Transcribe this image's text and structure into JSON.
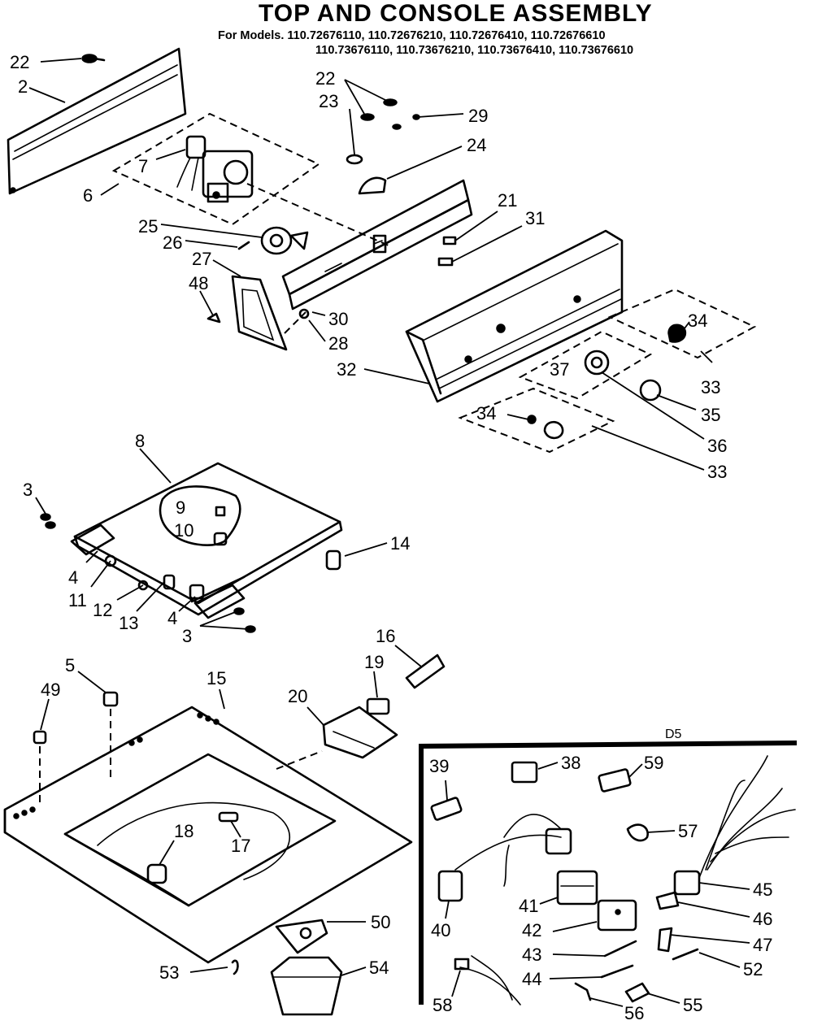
{
  "title": "TOP AND CONSOLE ASSEMBLY",
  "models_line_1": "For Models. 110.72676110, 110.72676210, 110.72676410, 110.72676610",
  "models_line_2": "110.73676110, 110.73676210, 110.73676410, 110.73676610",
  "kit_label": "D5",
  "callouts": [
    {
      "id": "c-22a",
      "text": "22"
    },
    {
      "id": "c-2",
      "text": "2"
    },
    {
      "id": "c-22b",
      "text": "22"
    },
    {
      "id": "c-23",
      "text": "23"
    },
    {
      "id": "c-29",
      "text": "29"
    },
    {
      "id": "c-24",
      "text": "24"
    },
    {
      "id": "c-7",
      "text": "7"
    },
    {
      "id": "c-6",
      "text": "6"
    },
    {
      "id": "c-21",
      "text": "21"
    },
    {
      "id": "c-31",
      "text": "31"
    },
    {
      "id": "c-25",
      "text": "25"
    },
    {
      "id": "c-26",
      "text": "26"
    },
    {
      "id": "c-27",
      "text": "27"
    },
    {
      "id": "c-48",
      "text": "48"
    },
    {
      "id": "c-30",
      "text": "30"
    },
    {
      "id": "c-28",
      "text": "28"
    },
    {
      "id": "c-32",
      "text": "32"
    },
    {
      "id": "c-34a",
      "text": "34"
    },
    {
      "id": "c-33a",
      "text": "33"
    },
    {
      "id": "c-37",
      "text": "37"
    },
    {
      "id": "c-35",
      "text": "35"
    },
    {
      "id": "c-34b",
      "text": "34"
    },
    {
      "id": "c-36",
      "text": "36"
    },
    {
      "id": "c-33b",
      "text": "33"
    },
    {
      "id": "c-8",
      "text": "8"
    },
    {
      "id": "c-3a",
      "text": "3"
    },
    {
      "id": "c-9",
      "text": "9"
    },
    {
      "id": "c-10",
      "text": "10"
    },
    {
      "id": "c-14",
      "text": "14"
    },
    {
      "id": "c-4a",
      "text": "4"
    },
    {
      "id": "c-11",
      "text": "11"
    },
    {
      "id": "c-12",
      "text": "12"
    },
    {
      "id": "c-13",
      "text": "13"
    },
    {
      "id": "c-4b",
      "text": "4"
    },
    {
      "id": "c-3b",
      "text": "3"
    },
    {
      "id": "c-16",
      "text": "16"
    },
    {
      "id": "c-19",
      "text": "19"
    },
    {
      "id": "c-5",
      "text": "5"
    },
    {
      "id": "c-15",
      "text": "15"
    },
    {
      "id": "c-49",
      "text": "49"
    },
    {
      "id": "c-20",
      "text": "20"
    },
    {
      "id": "c-18",
      "text": "18"
    },
    {
      "id": "c-17",
      "text": "17"
    },
    {
      "id": "c-50",
      "text": "50"
    },
    {
      "id": "c-53",
      "text": "53"
    },
    {
      "id": "c-54",
      "text": "54"
    },
    {
      "id": "c-39",
      "text": "39"
    },
    {
      "id": "c-38",
      "text": "38"
    },
    {
      "id": "c-59",
      "text": "59"
    },
    {
      "id": "c-57",
      "text": "57"
    },
    {
      "id": "c-45",
      "text": "45"
    },
    {
      "id": "c-41",
      "text": "41"
    },
    {
      "id": "c-46",
      "text": "46"
    },
    {
      "id": "c-40",
      "text": "40"
    },
    {
      "id": "c-42",
      "text": "42"
    },
    {
      "id": "c-47",
      "text": "47"
    },
    {
      "id": "c-43",
      "text": "43"
    },
    {
      "id": "c-52",
      "text": "52"
    },
    {
      "id": "c-44",
      "text": "44"
    },
    {
      "id": "c-58",
      "text": "58"
    },
    {
      "id": "c-56",
      "text": "56"
    },
    {
      "id": "c-55",
      "text": "55"
    }
  ]
}
